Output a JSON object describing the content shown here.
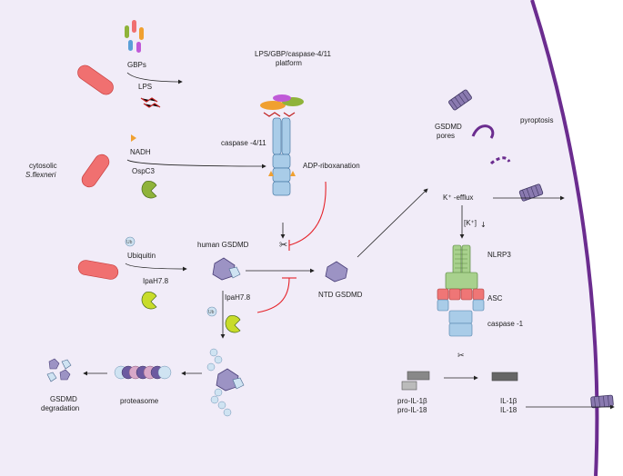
{
  "labels": {
    "gbps": "GBPs",
    "lps": "LPS",
    "platform_line1": "LPS/GBP/caspase-4/11",
    "platform_line2": "platform",
    "caspase411": "caspase -4/11",
    "nadh": "NADH",
    "ospc3": "OspC3",
    "cytosolic": "cytosolic",
    "sflexneri": "S.flexneri",
    "adp": "ADP-riboxanation",
    "ubiquitin": "Ubiquitin",
    "ipah1": "IpaH7.8",
    "human_gsdmd": "human GSDMD",
    "ntd_gsdmd": "NTD GSDMD",
    "ipah2": "IpaH7.8",
    "gsdmd_pores_1": "GSDMD",
    "gsdmd_pores_2": "pores",
    "pyroptosis": "pyroptosis",
    "kefflux": "K⁺ -efflux",
    "k_low": "[K⁺]",
    "nlrp3": "NLRP3",
    "asc": "ASC",
    "caspase1": "caspase -1",
    "pro_il1b": "pro-IL-1β",
    "pro_il18": "pro-IL-18",
    "il1b": "IL-1β",
    "il18": "IL-18",
    "proteasome": "proteasome",
    "degradation_1": "GSDMD",
    "degradation_2": "degradation",
    "ub": "Ub"
  },
  "colors": {
    "cell_fill": "#f1ecf8",
    "membrane": "#6b2c8f",
    "bacteria": "#f07070",
    "caspase_blue": "#a9cce8",
    "nlrp3_green": "#a8d18d",
    "asc_red": "#ef7676",
    "inhibit_red": "#e5232a",
    "ospc3_green": "#8fb33a",
    "gsdmd_purple": "#9c93c4"
  }
}
